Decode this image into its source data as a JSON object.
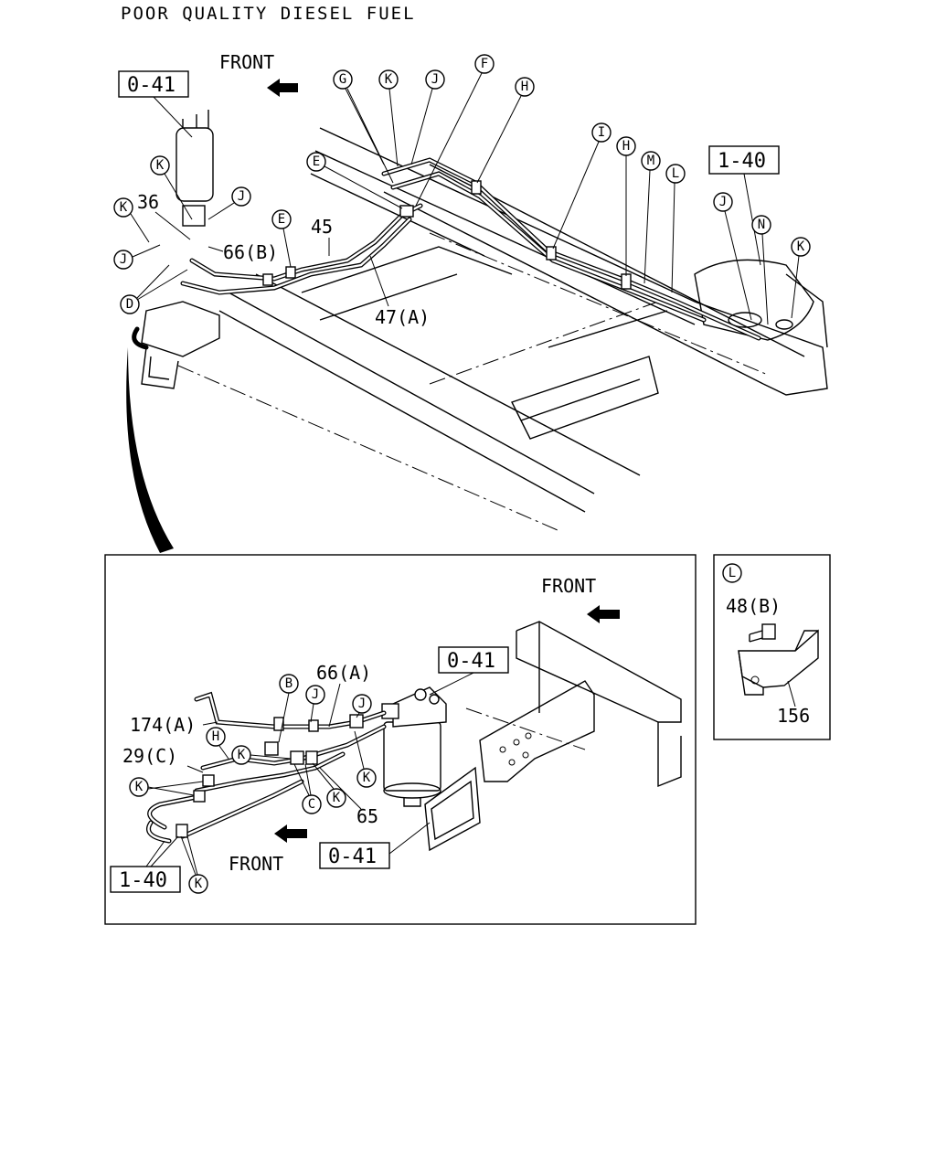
{
  "title": "POOR QUALITY DIESEL FUEL",
  "labels": {
    "front": "FRONT",
    "ref_041": "0-41",
    "ref_140": "1-40",
    "p36": "36",
    "p45": "45",
    "p47a": "47(A)",
    "p66b": "66(B)",
    "p66a": "66(A)",
    "p174a": "174(A)",
    "p29c": "29(C)",
    "p65": "65",
    "p48b": "48(B)",
    "p156": "156"
  },
  "callouts": {
    "B": "B",
    "C": "C",
    "D": "D",
    "E": "E",
    "F": "F",
    "G": "G",
    "H": "H",
    "I": "I",
    "J": "J",
    "K": "K",
    "L": "L",
    "M": "M",
    "N": "N"
  }
}
